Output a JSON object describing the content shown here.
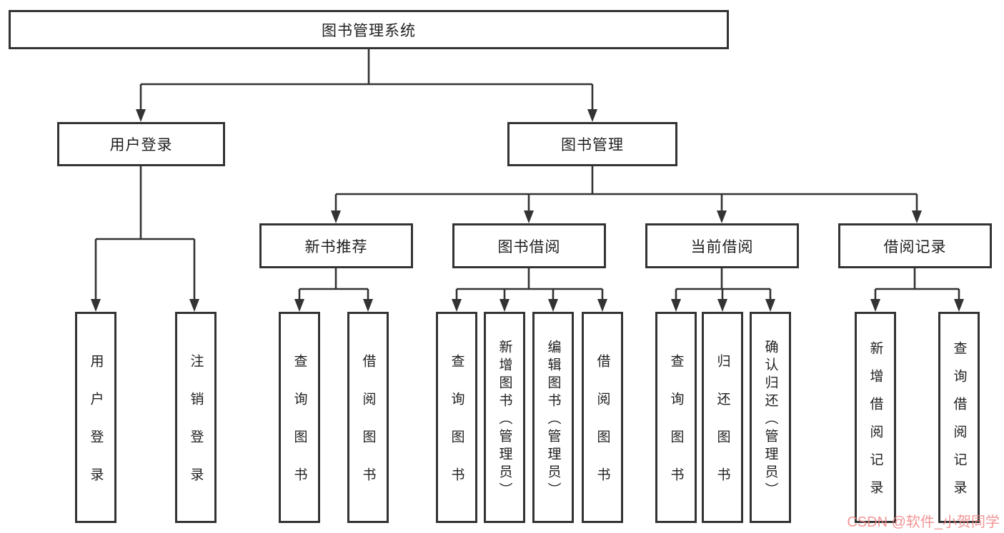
{
  "colors": {
    "line": "#333333",
    "box_background": "#ffffff",
    "text": "#1f1f1f",
    "watermark": "rgba(240,130,130,0.85)"
  },
  "watermark": {
    "text": "CSDN @软件_小贺同学"
  },
  "tree": {
    "root": {
      "label": "图书管理系统"
    },
    "children": [
      {
        "label": "用户登录",
        "children": [
          {
            "label": "用户登录"
          },
          {
            "label": "注销登录"
          }
        ]
      },
      {
        "label": "图书管理",
        "children": [
          {
            "label": "新书推荐",
            "children": [
              {
                "label": "查询图书"
              },
              {
                "label": "借阅图书"
              }
            ]
          },
          {
            "label": "图书借阅",
            "children": [
              {
                "label": "查询图书"
              },
              {
                "label": "新增图书（管理员）"
              },
              {
                "label": "编辑图书（管理员）"
              },
              {
                "label": "借阅图书"
              }
            ]
          },
          {
            "label": "当前借阅",
            "children": [
              {
                "label": "查询图书"
              },
              {
                "label": "归还图书"
              },
              {
                "label": "确认归还（管理员）"
              }
            ]
          },
          {
            "label": "借阅记录",
            "children": [
              {
                "label": "新增借阅记录"
              },
              {
                "label": "查询借阅记录"
              }
            ]
          }
        ]
      }
    ]
  }
}
